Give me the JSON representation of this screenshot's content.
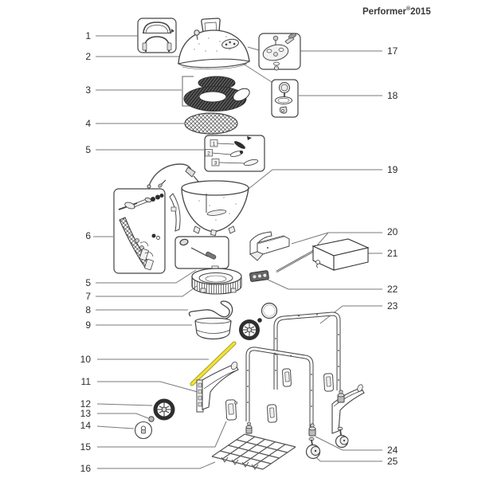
{
  "title": {
    "brand": "Performer",
    "reg": "®",
    "year": "2015"
  },
  "callouts": {
    "c1": "1",
    "c2": "2",
    "c3": "3",
    "c4": "4",
    "c5a": "5",
    "c6": "6",
    "c5b": "5",
    "c7": "7",
    "c8": "8",
    "c9": "9",
    "c10": "10",
    "c11": "11",
    "c12": "12",
    "c13": "13",
    "c14": "14",
    "c15": "15",
    "c16": "16",
    "c17": "17",
    "c18": "18",
    "c19": "19",
    "c20": "20",
    "c21": "21",
    "c22": "22",
    "c23": "23",
    "c24": "24",
    "c25": "25"
  },
  "inset_tags": {
    "t1": "1",
    "t2": "2",
    "t3": "3"
  },
  "colors": {
    "line": "#444444",
    "leader": "#7a7a7a",
    "dark_fill": "#2e2e2e",
    "rod_yellow": "#f0e235"
  }
}
